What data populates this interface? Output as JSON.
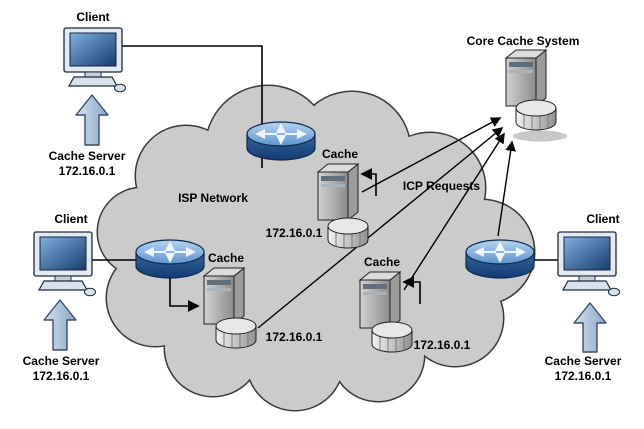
{
  "clients": [
    {
      "label": "Client",
      "server_caption": "Cache Server",
      "server_ip": "172.16.0.1"
    },
    {
      "label": "Client",
      "server_caption": "Cache Server",
      "server_ip": "172.16.0.1"
    },
    {
      "label": "Client",
      "server_caption": "Cache Server",
      "server_ip": "172.16.0.1"
    }
  ],
  "cloud": {
    "label": "ISP Network"
  },
  "core_cache": {
    "label": "Core Cache System"
  },
  "icp": {
    "label": "ICP Requests"
  },
  "caches": [
    {
      "label": "Cache",
      "ip": "172.16.0.1"
    },
    {
      "label": "Cache",
      "ip": "172.16.0.1"
    },
    {
      "label": "Cache",
      "ip": "172.16.0.1"
    }
  ],
  "colors": {
    "cloud_fill": "#cbcbcb",
    "router_blue": "#35659f",
    "screen_blue": "#2a5a9a",
    "block_arrow_blue": "#a9c0da",
    "server_gray": "#b0b0b0",
    "line_black": "#000000"
  }
}
